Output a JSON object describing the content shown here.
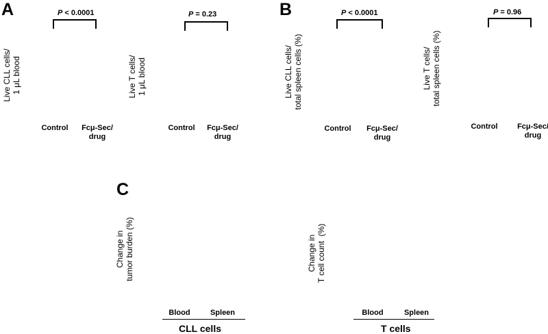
{
  "panels": {
    "A": {
      "letter": "A"
    },
    "B": {
      "letter": "B"
    },
    "C": {
      "letter": "C"
    }
  },
  "chart_data": [
    {
      "type": "bar",
      "panel": "A",
      "ylabel": "Live CLL cells/\n1 μL blood",
      "categories": [
        "Control",
        "Fcμ-Sec/\ndrug"
      ],
      "comparison": {
        "label": "P",
        "text": " < 0.0001"
      }
    },
    {
      "type": "bar",
      "panel": "A",
      "ylabel": "Live T cells/\n1 μL blood",
      "categories": [
        "Control",
        "Fcμ-Sec/\ndrug"
      ],
      "comparison": {
        "label": "P",
        "text": " = 0.23"
      }
    },
    {
      "type": "bar",
      "panel": "B",
      "ylabel": "Live CLL cells/\ntotal spleen cells (%)",
      "categories": [
        "Control",
        "Fcμ-Sec/\ndrug"
      ],
      "comparison": {
        "label": "P",
        "text": " < 0.0001"
      }
    },
    {
      "type": "bar",
      "panel": "B",
      "ylabel": "Live T cells/\ntotal spleen cells (%)",
      "categories": [
        "Control",
        "Fcμ-Sec/\ndrug"
      ],
      "comparison": {
        "label": "P",
        "text": " = 0.96"
      }
    },
    {
      "type": "bar",
      "panel": "C",
      "ylabel": "Change in\ntumor burden (%)",
      "categories": [
        "Blood",
        "Spleen"
      ],
      "xlabel": "CLL cells"
    },
    {
      "type": "bar",
      "panel": "C",
      "ylabel": "Change in\nT cell count  (%)",
      "categories": [
        "Blood",
        "Spleen"
      ],
      "xlabel": "T cells"
    }
  ]
}
